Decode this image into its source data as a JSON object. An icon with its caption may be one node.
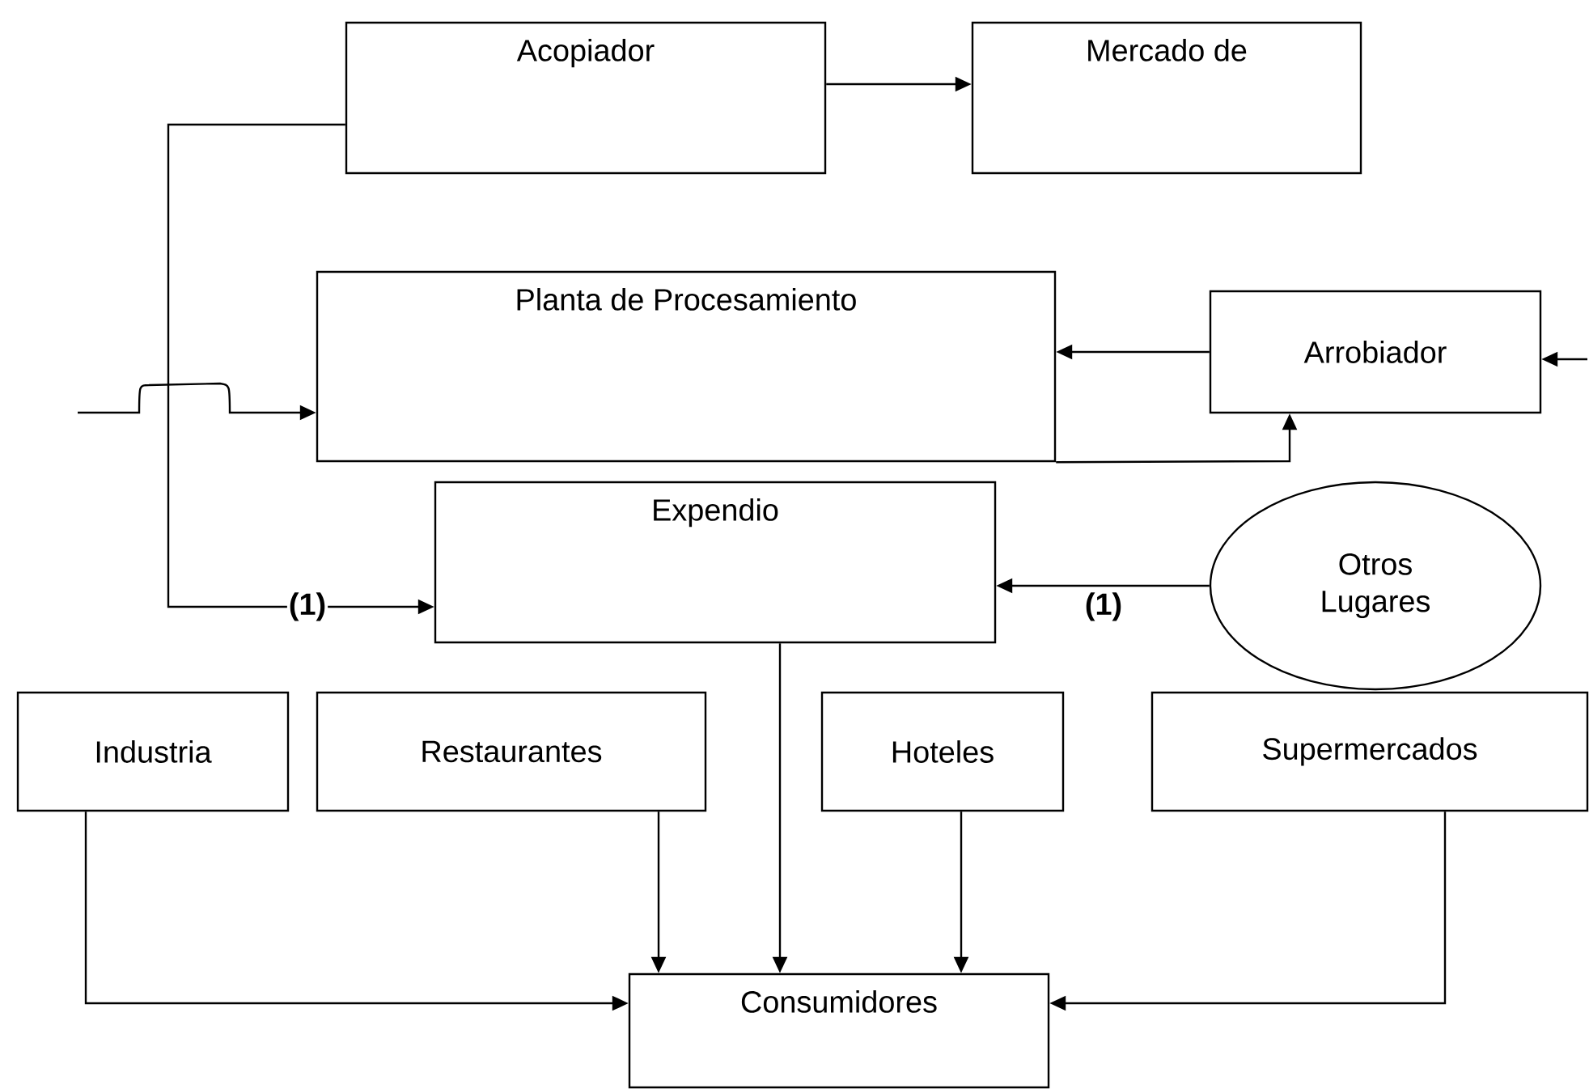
{
  "diagram": {
    "nodes": [
      {
        "text": [
          "Acopiador"
        ]
      },
      {
        "text": [
          "Mercado de"
        ]
      },
      {
        "text": [
          "Planta de Procesamiento"
        ]
      },
      {
        "text": [
          "Arrobiador"
        ]
      },
      {
        "text": [
          "Expendio"
        ]
      },
      {
        "text": [
          "Otros Lugares"
        ]
      },
      {
        "text": [
          "Industria"
        ]
      },
      {
        "text": [
          "Restaurantes"
        ]
      },
      {
        "text": [
          "Hoteles"
        ]
      },
      {
        "text": [
          "Supermercados"
        ]
      },
      {
        "text": [
          "Consumidores"
        ]
      }
    ],
    "edges": [
      {
        "from": 0,
        "to": 1,
        "arrow": "to"
      },
      {
        "from": 0,
        "to": 4,
        "arrow": "to",
        "label": "(1)"
      },
      {
        "from": null,
        "to": 2,
        "arrow": "to"
      },
      {
        "from": 3,
        "to": 2,
        "arrow": "to"
      },
      {
        "from": 2,
        "to": 3,
        "arrow": "to"
      },
      {
        "from": null,
        "to": 3,
        "arrow": "to"
      },
      {
        "from": 5,
        "to": 4,
        "arrow": "to",
        "label": "(1)"
      },
      {
        "from": 4,
        "to": 10,
        "arrow": "to"
      },
      {
        "from": 6,
        "to": 10,
        "arrow": "to"
      },
      {
        "from": 7,
        "to": 10,
        "arrow": "to"
      },
      {
        "from": 8,
        "to": 10,
        "arrow": "to"
      },
      {
        "from": 9,
        "to": 10,
        "arrow": "to"
      }
    ]
  }
}
